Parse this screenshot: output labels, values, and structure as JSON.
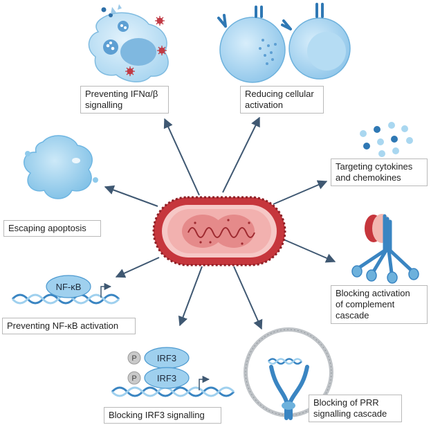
{
  "labels": {
    "ifn": [
      "Preventing IFNα/β",
      "signalling"
    ],
    "cellular": [
      "Reducing cellular",
      "activation"
    ],
    "cytokines": [
      "Targeting cytokines",
      "and chemokines"
    ],
    "apoptosis": [
      "Escaping apoptosis"
    ],
    "complement": [
      "Blocking activation",
      "of complement",
      "cascade"
    ],
    "nfkb": [
      "Preventing NF-κB activation"
    ],
    "irf3": [
      "Blocking IRF3 signalling"
    ],
    "prr": [
      "Blocking of PRR",
      "signalling cascade"
    ]
  },
  "molecules": {
    "nfkb": "NF-κB",
    "irf3_top": "IRF3",
    "irf3_bottom": "IRF3",
    "phospho": "P"
  },
  "colors": {
    "arrow": "#3f5872",
    "cell_light": "#cfe8f7",
    "cell_mid": "#9fd0ee",
    "cell_dark": "#4a98cf",
    "bacterium_outer": "#c6363c",
    "bacterium_inner": "#ef9a98",
    "box_border": "#b9b9b9"
  },
  "icons": {
    "bacterium": "bacterium-icon",
    "macrophage": "infected-cell-icon",
    "lymphocytes": "lymphocyte-icon",
    "cytokines": "cytokine-dots-icon",
    "apoptotic_cell": "apoptotic-cell-icon",
    "complement": "complement-protein-icon",
    "dna": "dna-helix-icon",
    "vesicle": "endosome-icon"
  }
}
